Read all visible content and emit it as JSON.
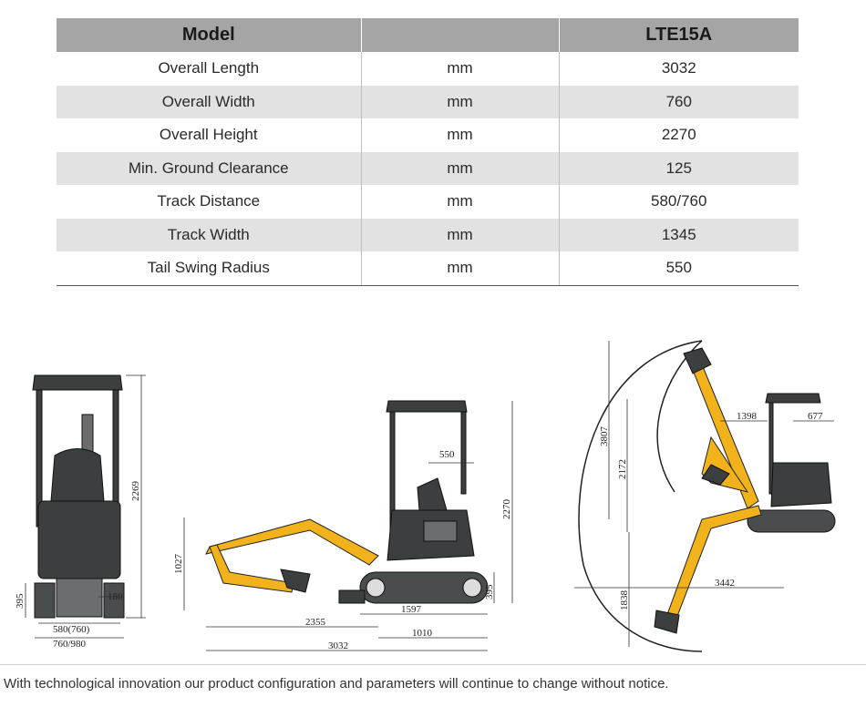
{
  "table": {
    "headers": [
      "Model",
      "",
      "LTE15A"
    ],
    "rows": [
      [
        "Overall Length",
        "mm",
        "3032"
      ],
      [
        "Overall Width",
        "mm",
        "760"
      ],
      [
        "Overall Height",
        "mm",
        "2270"
      ],
      [
        "Min. Ground Clearance",
        "mm",
        "125"
      ],
      [
        "Track Distance",
        "mm",
        "580/760"
      ],
      [
        "Track Width",
        "mm",
        "1345"
      ],
      [
        "Tail Swing Radius",
        "mm",
        "550"
      ]
    ]
  },
  "front_view": {
    "dims": {
      "height": "2269",
      "ground": "395",
      "track": "180",
      "inner_width": "580(760)",
      "outer_width": "760/980"
    }
  },
  "side_view": {
    "dims": {
      "tail": "550",
      "height": "2270",
      "arm_height": "1027",
      "clearance": "395",
      "track_length": "1597",
      "reach": "2355",
      "wheelbase": "1010",
      "overall_length": "3032"
    }
  },
  "work_range": {
    "dims": {
      "max_height": "3807",
      "dump_height": "2172",
      "min_radius": "1398",
      "tail_radius": "677",
      "dig_reach": "3442",
      "dig_depth": "1838"
    }
  },
  "footer": {
    "note": "With technological innovation our product configuration and parameters will continue to change without notice."
  }
}
